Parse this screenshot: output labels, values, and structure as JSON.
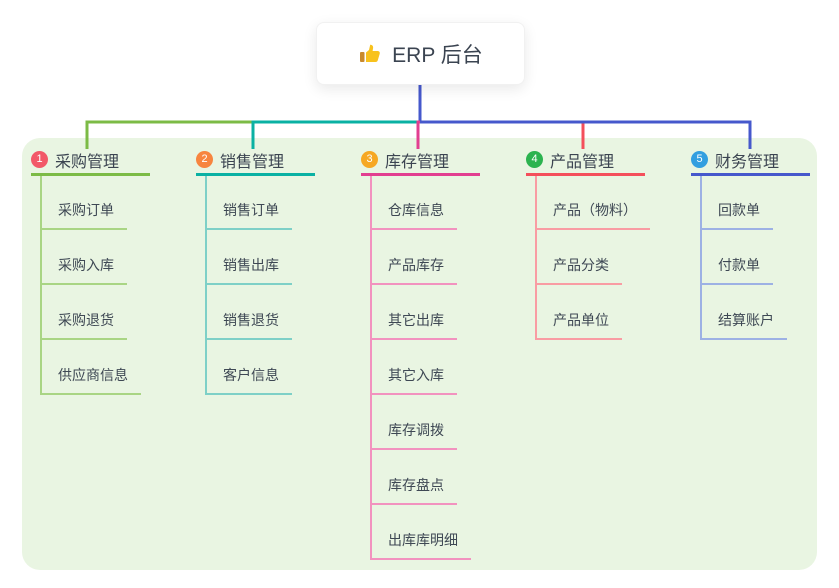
{
  "root": {
    "label": "ERP 后台",
    "icon": "thumbs-up-icon"
  },
  "branches": [
    {
      "badge": "1",
      "label": "采购管理",
      "badge_color": "#f25868",
      "line_color": "#7cbb46",
      "light_color": "#a9d584",
      "children": [
        "采购订单",
        "采购入库",
        "采购退货",
        "供应商信息"
      ]
    },
    {
      "badge": "2",
      "label": "销售管理",
      "badge_color": "#f7853f",
      "line_color": "#0ab1a3",
      "light_color": "#7ed0c7",
      "children": [
        "销售订单",
        "销售出库",
        "销售退货",
        "客户信息"
      ]
    },
    {
      "badge": "3",
      "label": "库存管理",
      "badge_color": "#f6a823",
      "line_color": "#e23e90",
      "light_color": "#f292bf",
      "children": [
        "仓库信息",
        "产品库存",
        "其它出库",
        "其它入库",
        "库存调拨",
        "库存盘点",
        "出库库明细"
      ]
    },
    {
      "badge": "4",
      "label": "产品管理",
      "badge_color": "#2cb34f",
      "line_color": "#f44f5b",
      "light_color": "#f99ca3",
      "children": [
        "产品（物料）",
        "产品分类",
        "产品单位"
      ]
    },
    {
      "badge": "5",
      "label": "财务管理",
      "badge_color": "#339fe0",
      "line_color": "#4658cc",
      "light_color": "#9db1e4",
      "children": [
        "回款单",
        "付款单",
        "结算账户"
      ]
    }
  ],
  "colors": {
    "panel_background": "#e9f5e2",
    "root_connector": "#4658cc",
    "text": "#3b4451"
  }
}
